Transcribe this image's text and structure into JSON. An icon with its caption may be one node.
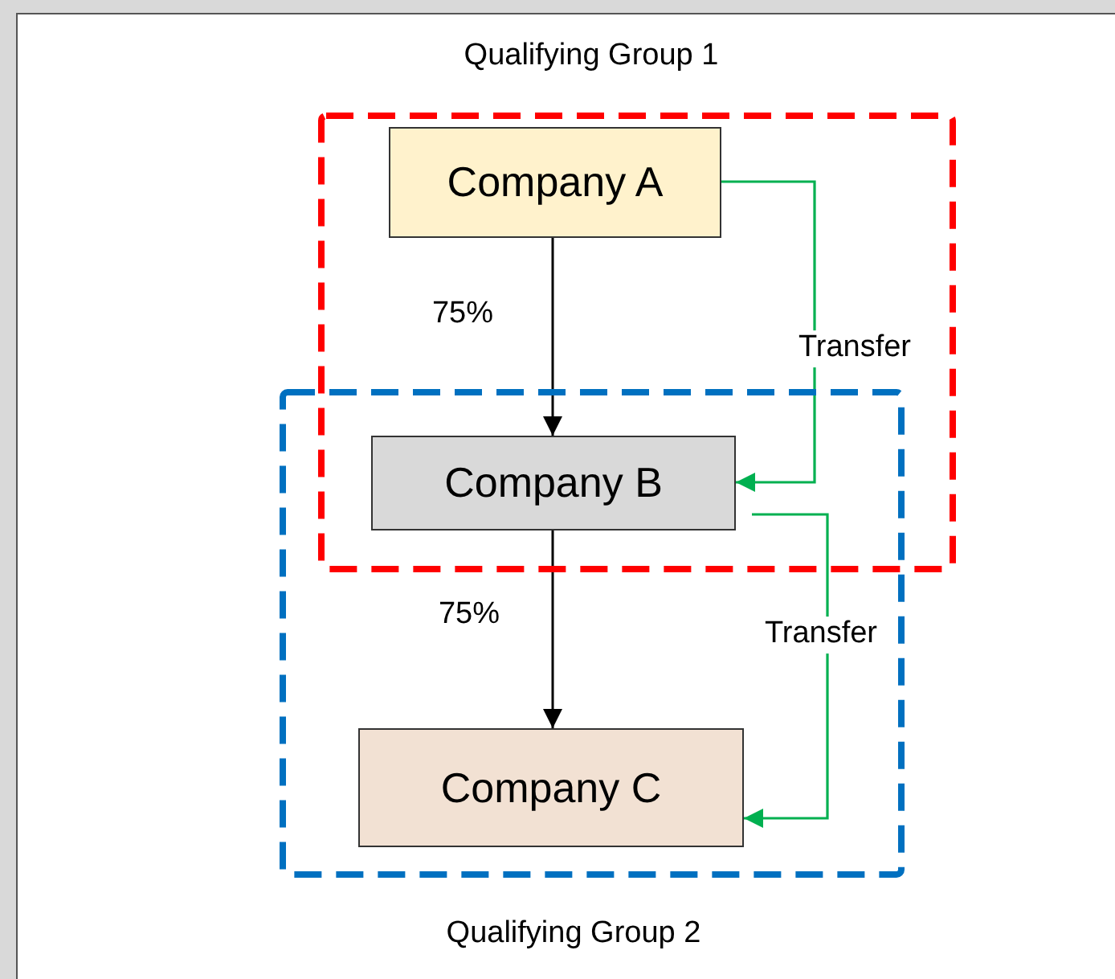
{
  "diagram": {
    "nodes": [
      {
        "text": [
          "Qualifying Group 1"
        ]
      },
      {
        "text": [
          "Qualifying Group 2"
        ]
      },
      {
        "text": [
          "Company A"
        ],
        "in": 0
      },
      {
        "text": [
          "Company B"
        ]
      },
      {
        "text": [
          "Company C"
        ],
        "in": 1
      }
    ],
    "edges": [
      {
        "from": 2,
        "to": 3,
        "arrow": "to",
        "label": "75%"
      },
      {
        "from": 3,
        "to": 4,
        "arrow": "to",
        "label": "75%"
      },
      {
        "from": 2,
        "to": 3,
        "arrow": "to",
        "label": "Transfer",
        "color": "#00b050"
      },
      {
        "from": 3,
        "to": 4,
        "arrow": "to",
        "label": "Transfer",
        "color": "#00b050"
      }
    ]
  }
}
